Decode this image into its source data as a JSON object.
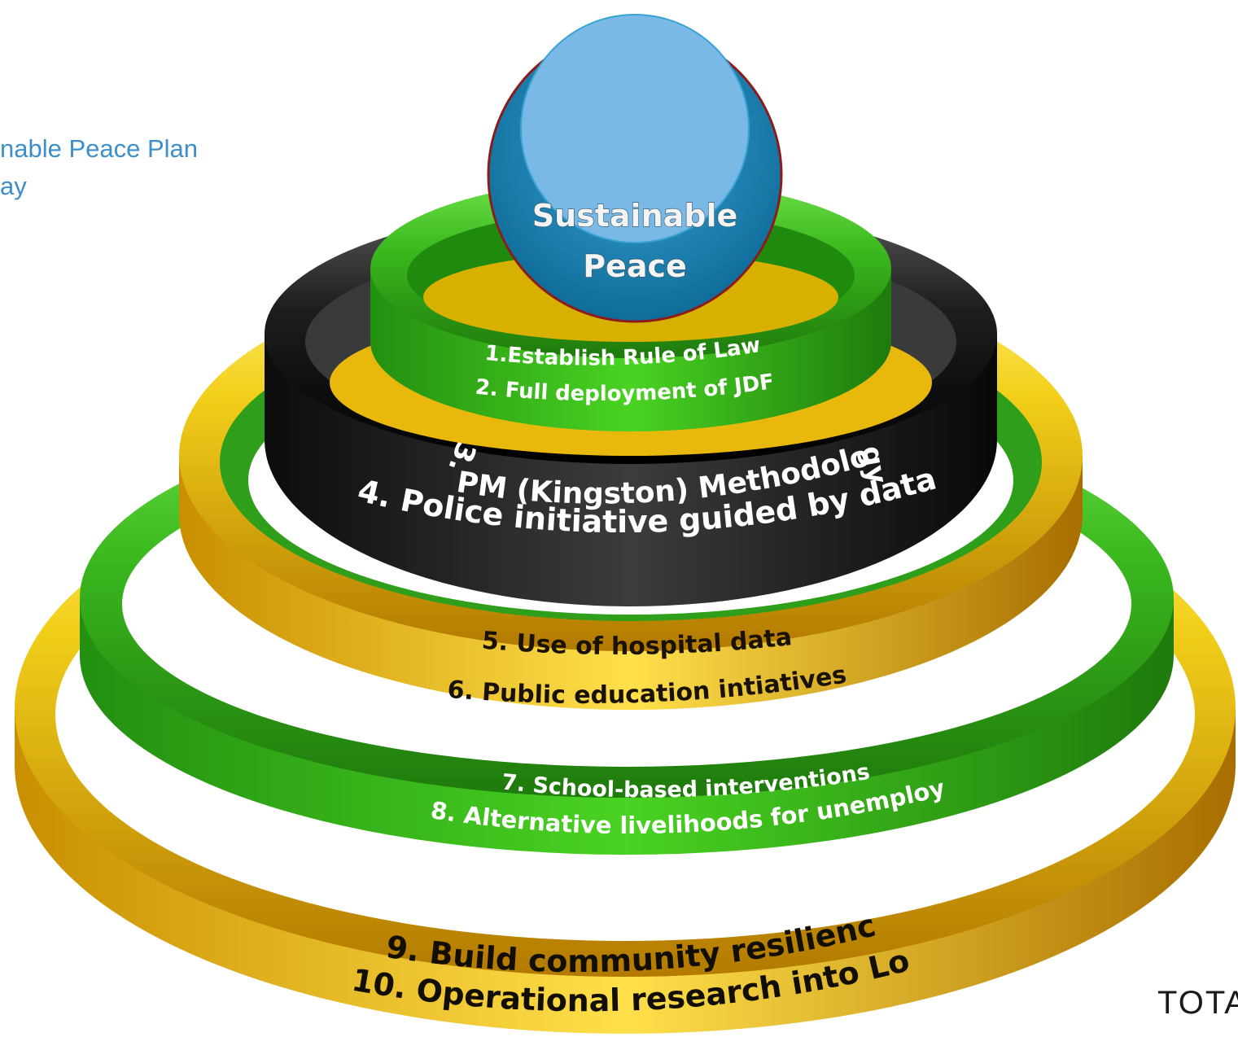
{
  "slide": {
    "title_lines": [
      "nable Peace Plan",
      "ay"
    ],
    "footer": "TOTA"
  },
  "diagram": {
    "center": "Sustainable Peace",
    "center_lines": [
      "Sustainable",
      "Peace"
    ],
    "rings": [
      {
        "id": "ring-1",
        "color": "green",
        "lines": [
          "1.Establish Rule of Law",
          "2. Full deployment of JDF"
        ]
      },
      {
        "id": "ring-2",
        "color": "black",
        "lines": [
          "PM (Kingston) Methodolo",
          "4. Police initiative guided by data"
        ],
        "fragments": [
          "3.",
          "gy"
        ]
      },
      {
        "id": "ring-3",
        "color": "yellow",
        "lines": [
          "5. Use of hospital data",
          "6. Public education intiatives"
        ]
      },
      {
        "id": "ring-4",
        "color": "green",
        "lines": [
          "7. School-based interventions",
          "8. Alternative livelihoods for unemploy"
        ]
      },
      {
        "id": "ring-5",
        "color": "yellow",
        "lines": [
          "9. Build community resilienc",
          "10. Operational research into Lo"
        ]
      }
    ],
    "colors": {
      "green": "#3ab81e",
      "yellow": "#f2cf1a",
      "black": "#1c1c1c",
      "sphere": "#1a85b8",
      "sphere_inner": "#7ab8e6",
      "sphere_rim": "#8a1c1c",
      "title": "#3e8fc9"
    }
  }
}
